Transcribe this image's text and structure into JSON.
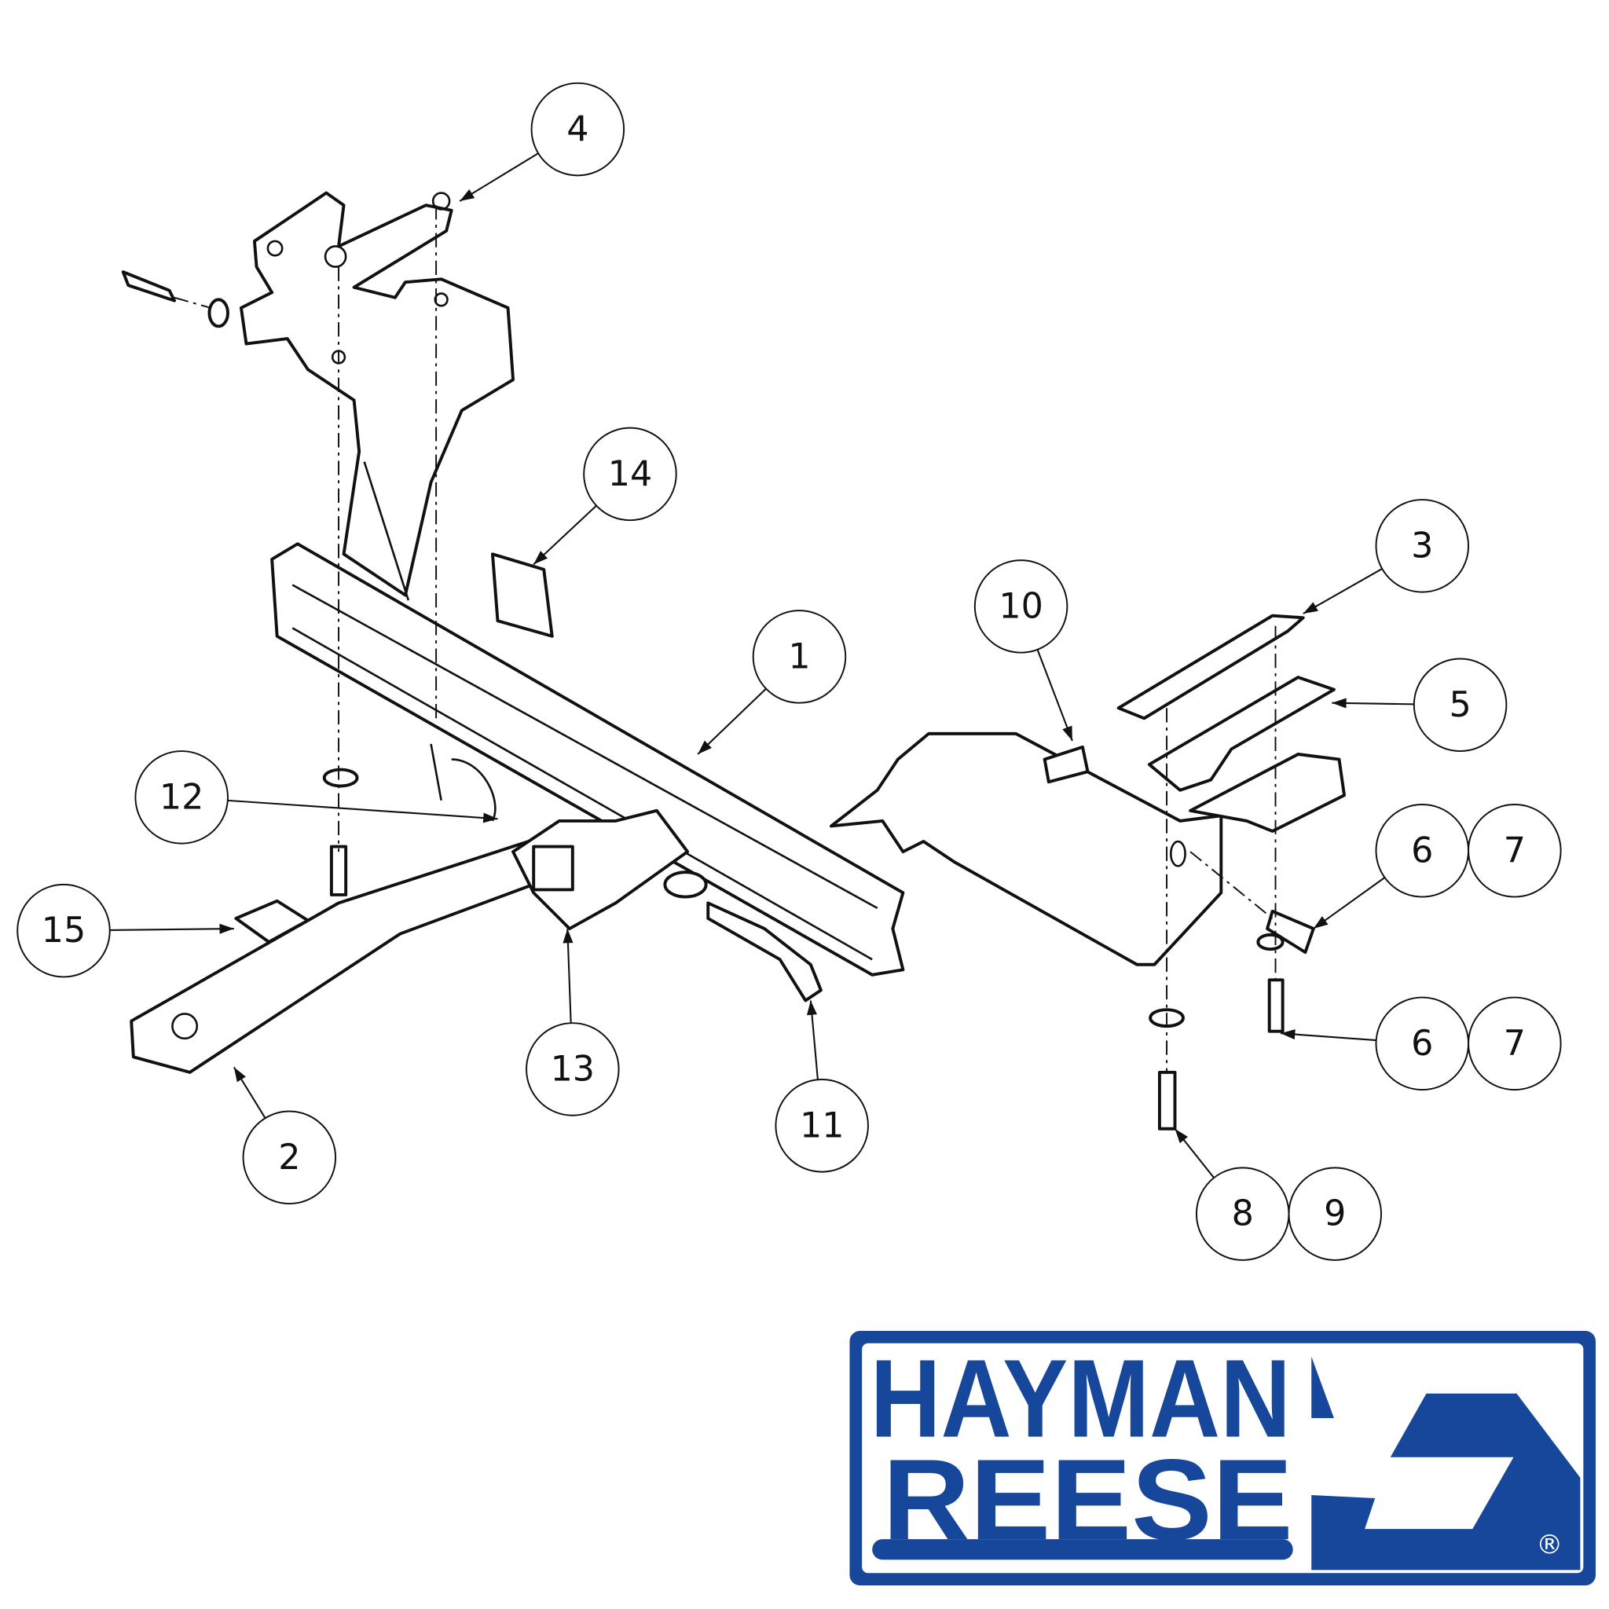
{
  "diagram": {
    "callouts": [
      {
        "label": "1"
      },
      {
        "label": "2"
      },
      {
        "label": "3"
      },
      {
        "label": "4"
      },
      {
        "label": "5"
      },
      {
        "label": "6"
      },
      {
        "label": "7"
      },
      {
        "label": "6"
      },
      {
        "label": "7"
      },
      {
        "label": "8"
      },
      {
        "label": "9"
      },
      {
        "label": "10"
      },
      {
        "label": "11"
      },
      {
        "label": "12"
      },
      {
        "label": "13"
      },
      {
        "label": "14"
      },
      {
        "label": "15"
      }
    ]
  },
  "logo": {
    "line1": "HAYMAN",
    "line2": "REESE",
    "registered": "®",
    "color": "#17479b"
  }
}
